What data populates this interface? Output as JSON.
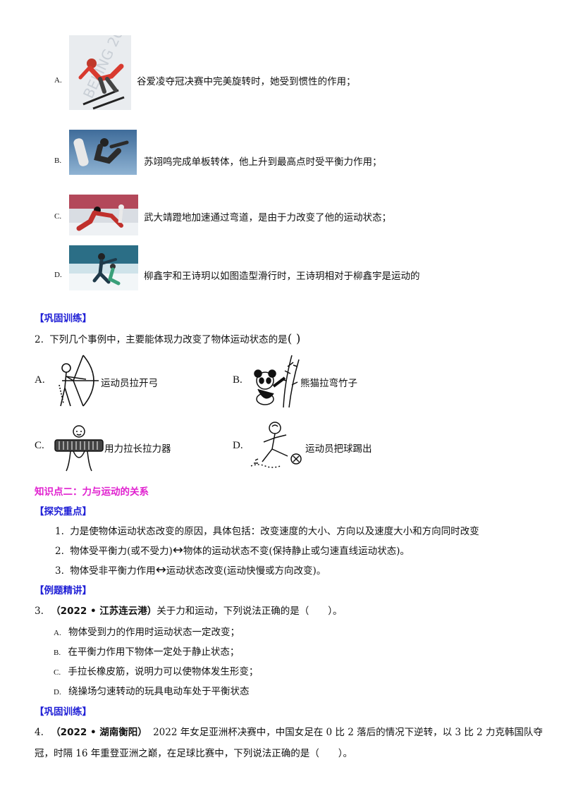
{
  "q1_options": [
    {
      "letter": "A.",
      "text": "谷爱凌夺冠决赛中完美旋转时，她受到惯性的作用；",
      "icon": "freestyle-skier-photo"
    },
    {
      "letter": "B.",
      "text": "苏翊鸣完成单板转体，他上升到最高点时受平衡力作用；",
      "icon": "snowboarder-photo"
    },
    {
      "letter": "C.",
      "text": "武大靖蹬地加速通过弯道，是由于力改变了他的运动状态；",
      "icon": "speed-skater-photo"
    },
    {
      "letter": "D.",
      "text": "柳鑫宇和王诗玥以如图造型滑行时，王诗玥相对于柳鑫宇是运动的",
      "icon": "ice-dancers-photo"
    }
  ],
  "section_consolidate_1": "【巩固训练】",
  "q2": {
    "number": "2.",
    "stem": "下列几个事例中，主要能体现力改变了物体运动状态的是",
    "paren": "( )",
    "options": [
      {
        "letter": "A.",
        "text": "运动员拉开弓",
        "icon": "archer-icon"
      },
      {
        "letter": "B.",
        "text": "熊猫拉弯竹子",
        "icon": "panda-bamboo-icon"
      },
      {
        "letter": "C.",
        "text": "用力拉长拉力器",
        "icon": "chest-expander-icon"
      },
      {
        "letter": "D.",
        "text": "运动员把球踢出",
        "icon": "soccer-kick-icon"
      }
    ]
  },
  "knowledge_point_2": "知识点二：力与运动的关系",
  "section_explore": "【探究重点】",
  "explore_points": [
    {
      "num": "1.",
      "text": "力是使物体运动状态改变的原因，具体包括：改变速度的大小、方向以及速度大小和方向同时改变"
    },
    {
      "num": "2.",
      "pre": "物体受平衡力(或不受力)",
      "arrow": "↔",
      "post": "物体的运动状态不变(保持静止或匀速直线运动状态)。"
    },
    {
      "num": "3.",
      "pre": "物体受非平衡力作用",
      "arrow": "↔",
      "post": "运动状态改变(运动快慢或方向改变)。"
    }
  ],
  "section_example": "【例题精讲】",
  "q3": {
    "number": "3.",
    "source": "（2022 • 江苏连云港）",
    "stem": "关于力和运动，下列说法正确的是（　　）。",
    "options": [
      {
        "letter": "A.",
        "text": "物体受到力的作用时运动状态一定改变；"
      },
      {
        "letter": "B.",
        "text": "在平衡力作用下物体一定处于静止状态；"
      },
      {
        "letter": "C.",
        "text": "手拉长橡皮筋，说明力可以使物体发生形变；"
      },
      {
        "letter": "D.",
        "text": "绕操场匀速转动的玩具电动车处于平衡状态"
      }
    ]
  },
  "section_consolidate_2": "【巩固训练】",
  "q4": {
    "number": "4.",
    "source": "（2022 • 湖南衡阳）",
    "line1": "2022 年女足亚洲杯决赛中，中国女足在 0 比 2 落后的情况下逆转，以 3 比 2 力克韩国队夺",
    "line2": "冠，时隔 16 年重登亚洲之巅，在足球比赛中，下列说法正确的是（　　）。"
  }
}
